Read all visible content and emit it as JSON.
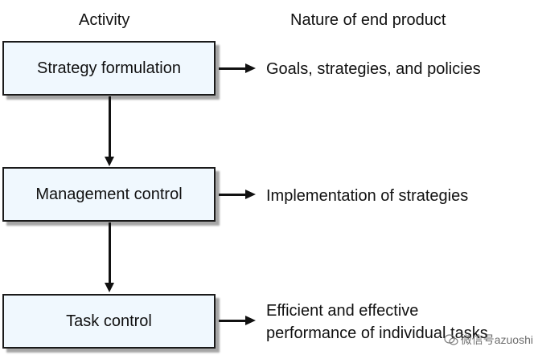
{
  "headers": {
    "activity": "Activity",
    "nature": "Nature of end product"
  },
  "activities": [
    {
      "label": "Strategy formulation"
    },
    {
      "label": "Management control"
    },
    {
      "label": "Task control"
    }
  ],
  "products": [
    {
      "line1": "Goals, strategies, and policies",
      "line2": ""
    },
    {
      "line1": "Implementation of strategies",
      "line2": ""
    },
    {
      "line1": "Efficient and effective",
      "line2": "performance of individual tasks"
    }
  ],
  "watermark": {
    "text": "微信号azuoshi",
    "icon": "wechat-icon"
  },
  "colors": {
    "box_fill": "#f0f8fe",
    "line": "#111111"
  }
}
